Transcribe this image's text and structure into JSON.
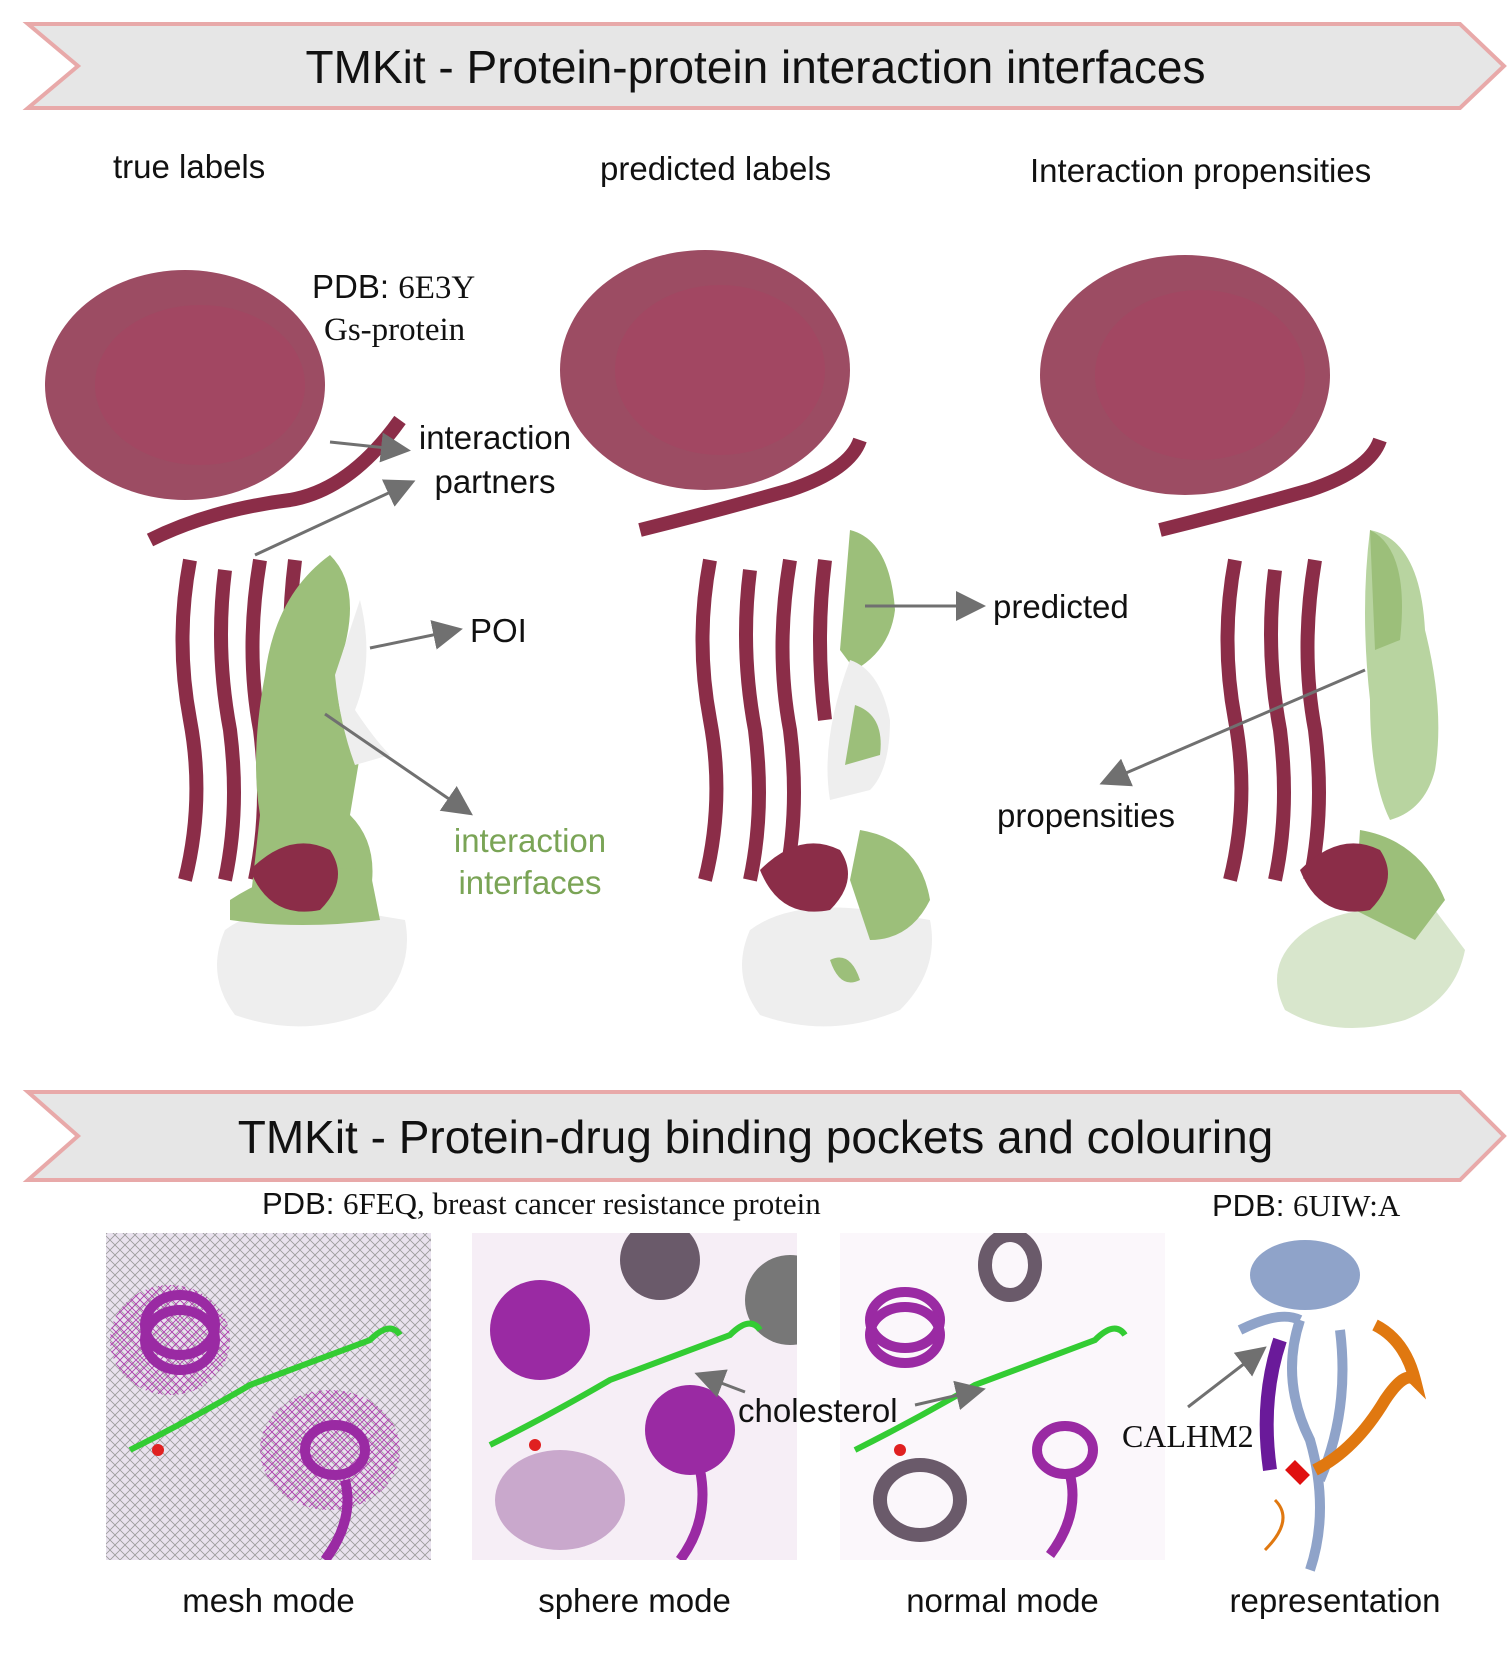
{
  "banner_top": {
    "title": "TMKit - Protein-protein interaction interfaces"
  },
  "banner_bottom": {
    "title": "TMKit - Protein-drug binding pockets and colouring"
  },
  "columns": {
    "true_labels": "true labels",
    "predicted_labels": "predicted labels",
    "propensities": "Interaction propensities"
  },
  "pdb_top": {
    "prefix": "PDB:",
    "id": "6E3Y",
    "name": "Gs-protein"
  },
  "annotations": {
    "interaction_partners_1": "interaction",
    "interaction_partners_2": "partners",
    "poi": "POI",
    "interfaces_1": "interaction",
    "interfaces_2": "interfaces",
    "predicted": "predicted",
    "propensities": "propensities"
  },
  "pdb_bottom_left": {
    "prefix": "PDB:",
    "text": "6FEQ, breast cancer resistance protein"
  },
  "pdb_bottom_right": {
    "prefix": "PDB:",
    "text": "6UIW:A"
  },
  "bottom_annotations": {
    "cholesterol": "cholesterol",
    "calhm2": "CALHM2"
  },
  "modes": {
    "mesh": "mesh mode",
    "sphere": "sphere mode",
    "normal": "normal mode",
    "representation": "representation"
  },
  "colors": {
    "protein": "#8b2d48",
    "interface": "#9cbf7a",
    "surface": "#e8e8e8",
    "banner_fill": "#e6e6e6",
    "banner_stroke": "#e8a9a9",
    "helix_purple": "#9a2aa3",
    "ligand": "#33cc33",
    "calhm2_purple": "#6a1a9a",
    "calhm2_orange": "#e07810",
    "calhm2_blue": "#8fa3c9"
  }
}
